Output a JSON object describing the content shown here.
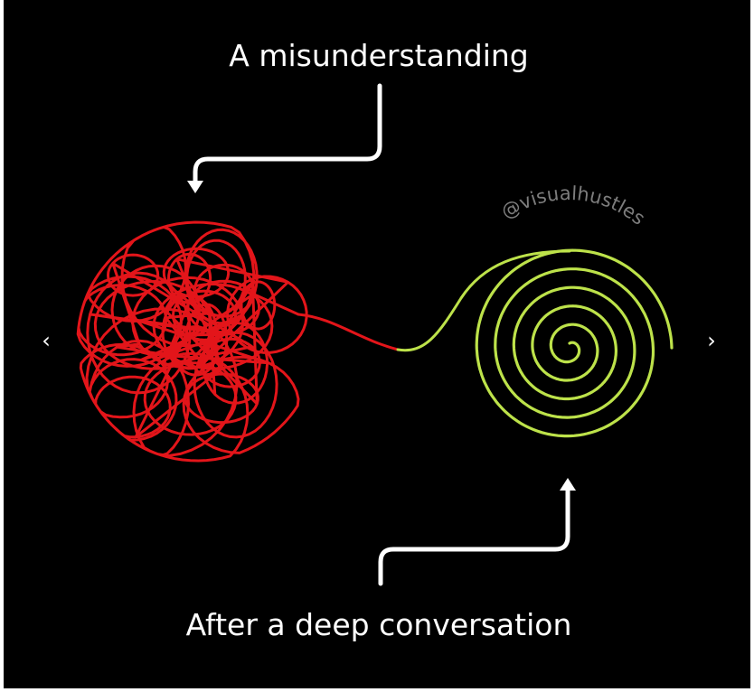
{
  "image": {
    "top_label": "A misunderstanding",
    "bottom_label": "After a deep conversation",
    "watermark": "@visualhustles"
  },
  "navigation": {
    "prev_icon": "‹",
    "next_icon": "›"
  },
  "colors": {
    "background": "#000000",
    "frame": "#ffffff",
    "tangle": "#e3151a",
    "spiral": "#bde24a",
    "arrow": "#ffffff",
    "watermark": "#7d7d7d"
  }
}
